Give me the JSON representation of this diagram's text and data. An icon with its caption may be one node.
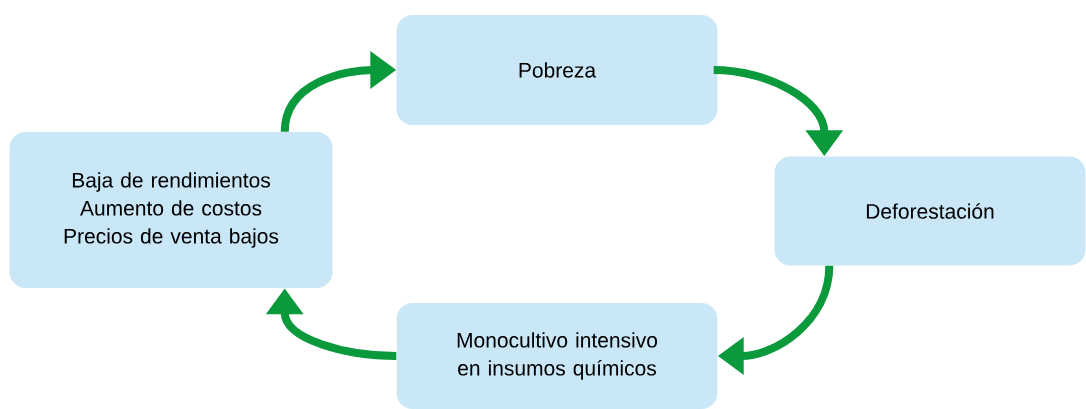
{
  "diagram": {
    "nodes": [
      {
        "text": [
          "Pobreza"
        ]
      },
      {
        "text": [
          "Baja de rendimientos",
          "Aumento de costos",
          "Precios de venta bajos"
        ]
      },
      {
        "text": [
          "Deforestación"
        ]
      },
      {
        "text": [
          "Monocultivo intensivo en insumos químicos"
        ]
      }
    ],
    "edges": [
      {
        "from": 1,
        "to": 0,
        "arrow": "to"
      },
      {
        "from": 0,
        "to": 2,
        "arrow": "to"
      },
      {
        "from": 2,
        "to": 3,
        "arrow": "to"
      },
      {
        "from": 3,
        "to": 1,
        "arrow": "to"
      }
    ]
  }
}
